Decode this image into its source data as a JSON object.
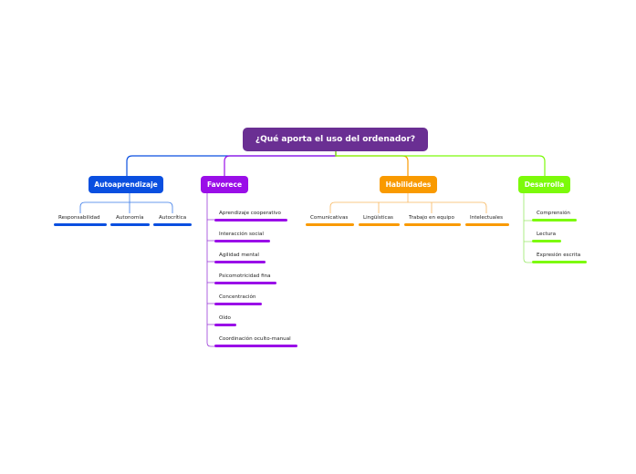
{
  "root": {
    "label": "¿Qué aporta el uso del ordenador?",
    "color": "#6a2f93"
  },
  "branches": [
    {
      "id": "autoaprendizaje",
      "label": "Autoaprendizaje",
      "color": "#0a4fe0",
      "line_color": "#3a7be8",
      "items": [
        "Responsabilidad",
        "Autonomía",
        "Autocrítica"
      ]
    },
    {
      "id": "favorece",
      "label": "Favorece",
      "color": "#9a0ee8",
      "line_color": "#9a3cd8",
      "items": [
        "Aprendizaje cooperativo",
        "Interacción social",
        "Agilidad mental",
        "Psicomotricidad fina",
        "Concentración",
        "Oído",
        "Coordinación oculto-manual"
      ]
    },
    {
      "id": "habilidades",
      "label": "Habilidades",
      "color": "#f99a00",
      "line_color": "#f7b860",
      "items": [
        "Comunicativas",
        "Lingüísticas",
        "Trabajo en equipo",
        "Intelectuales"
      ]
    },
    {
      "id": "desarrolla",
      "label": "Desarrolla",
      "color": "#7cfa0a",
      "line_color": "#9ae86a",
      "items": [
        "Comprensión",
        "Lectura",
        "Expresión escrita"
      ]
    }
  ]
}
